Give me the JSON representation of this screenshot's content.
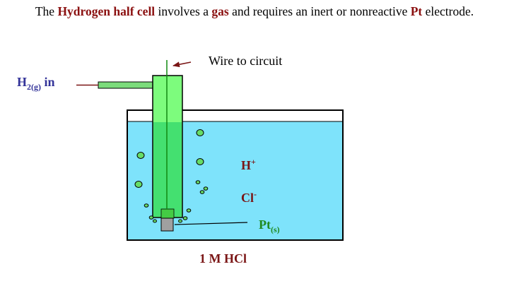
{
  "title": {
    "part1": "The ",
    "hl1": "Hydrogen half cell",
    "part2": " involves a ",
    "hl2": "gas",
    "part3": " and requires an inert or nonreactive ",
    "hl3": "Pt",
    "part4": " electrode."
  },
  "labels": {
    "wire": "Wire to circuit",
    "h2_main": "H",
    "h2_sub": "2(g)",
    "h2_suffix": " in",
    "hplus_main": "H",
    "hplus_sup": "+",
    "clminus_main": "Cl",
    "clminus_sup": "-",
    "pt_main": "Pt",
    "pt_sub": "(s)",
    "solution": "1 M HCl"
  },
  "colors": {
    "solution": "#7ee3fb",
    "tube": "#7dfc7d",
    "inlet_tube": "#7cdc7c",
    "bubble": "#66dd66",
    "electrode": "#a0a0a0",
    "arrow": "#7a1515"
  }
}
